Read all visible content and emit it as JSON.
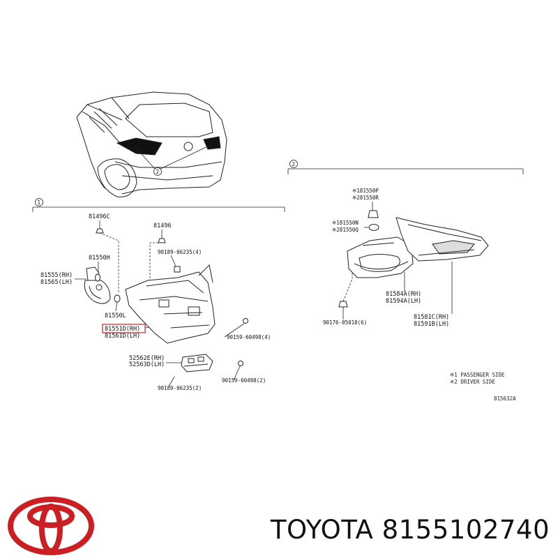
{
  "callouts": {
    "c1": "1",
    "c2": "2",
    "car_c2": "2"
  },
  "labels": {
    "p81496c": "81496C",
    "p81496": "81496",
    "p90189": "90189-06235(4)",
    "p81550h": "81550H",
    "p81555": "81555(RH)",
    "p81565": "81565(LH)",
    "p81550l": "81550L",
    "p81551d": "81551D(RH)",
    "p81561d": "81561D(LH)",
    "p90159a": "90159-60498(4)",
    "p52562e": "52562E(RH)",
    "p52563d": "52563D(LH)",
    "p90189b": "90189-06235(2)",
    "p90159b": "90159-60498(2)",
    "p81550p": "※181550P",
    "p81550r": "※281550R",
    "p81550n": "※181550N",
    "p81550q": "※281550Q",
    "p81584a": "81584A(RH)",
    "p81594a": "81594A(LH)",
    "p90176": "90176-05018(6)",
    "p81581c": "81581C(RH)",
    "p81591b": "81591B(LH)"
  },
  "notes": {
    "passenger": "※1 PASSENGER SIDE",
    "driver": "※2 DRIVER SIDE",
    "code": "815632A"
  },
  "brand": {
    "text": "TOYOTA 8155102740",
    "logo": "toyota-logo",
    "logo_color": "#cc1f24"
  },
  "colors": {
    "highlight": "#c0202a",
    "ink": "#222222"
  }
}
